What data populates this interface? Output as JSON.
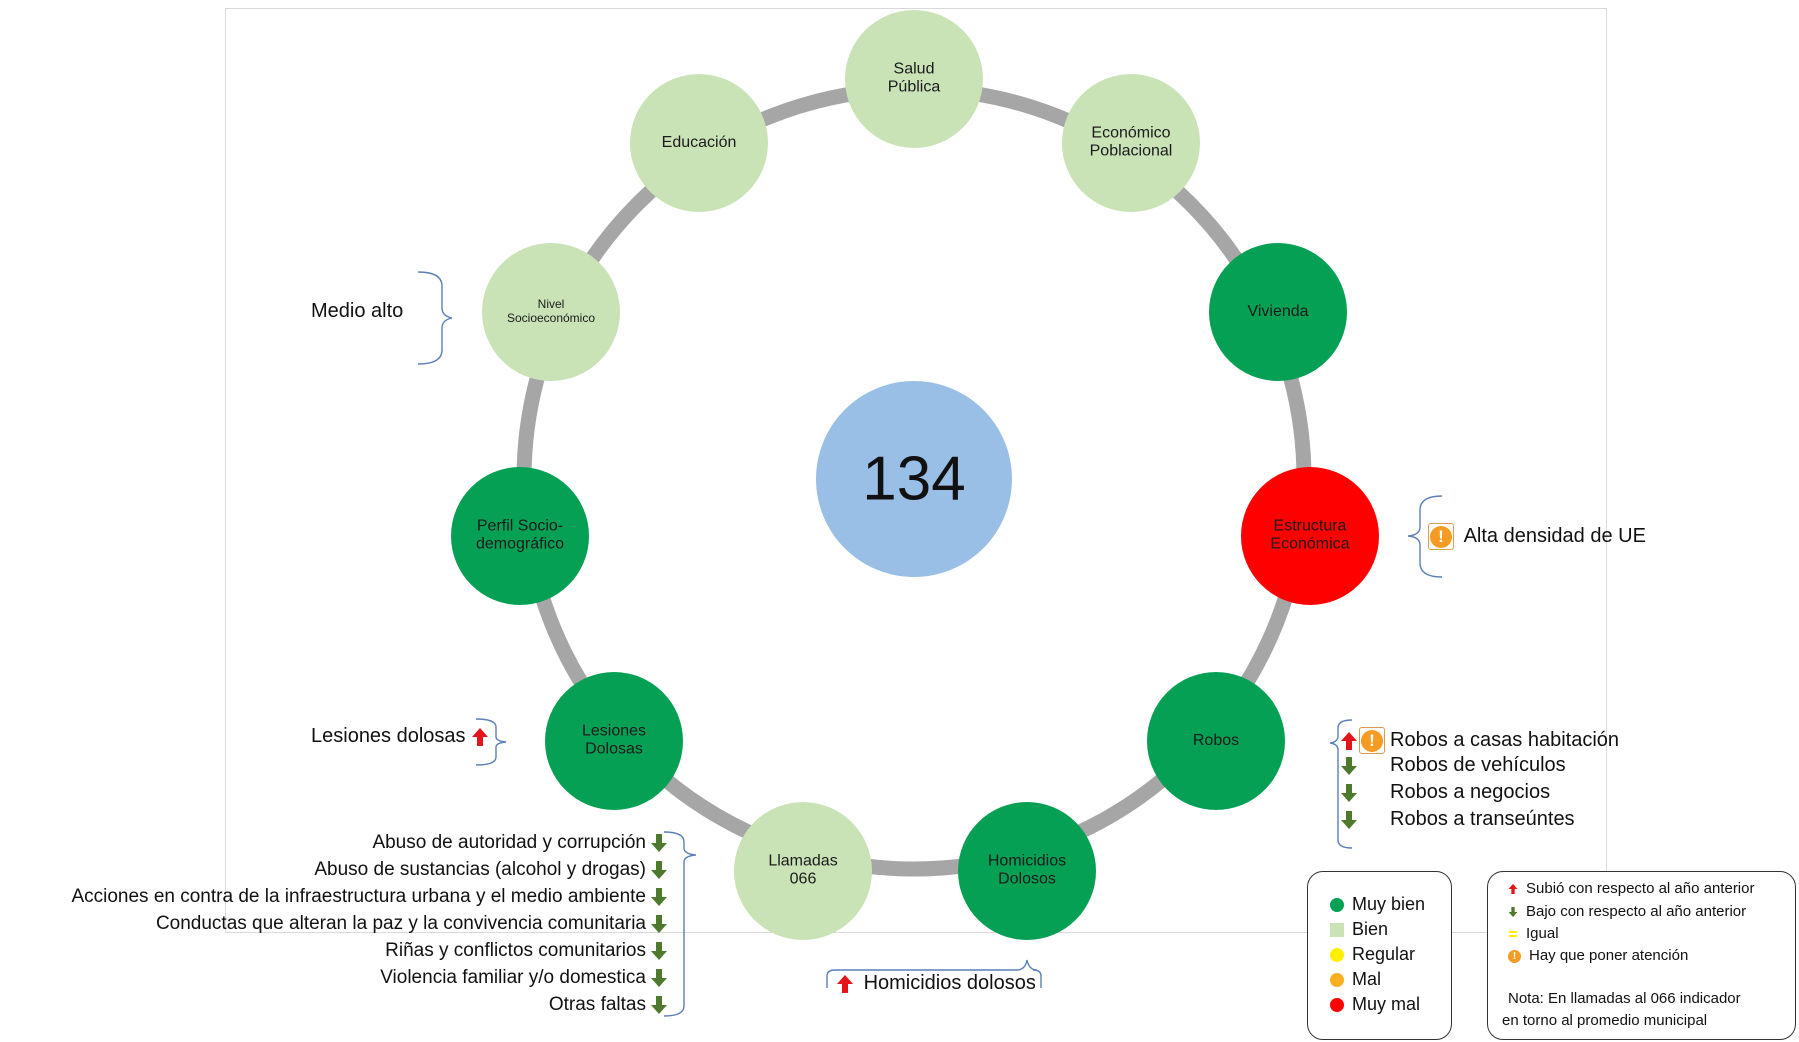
{
  "colors": {
    "muy_bien": "#06a054",
    "bien": "#c9e3b7",
    "regular": "#ffee00",
    "mal": "#f8b022",
    "muy_mal": "#ff0000",
    "center": "#99bfe6",
    "ring": "#a6a6a6",
    "arrow_up": "#e5141b",
    "arrow_down": "#4e7a2d",
    "warn": "#f59b23"
  },
  "center_value": "134",
  "nodes": [
    {
      "id": "salud",
      "lines": [
        "Salud",
        "Pública"
      ],
      "status": "bien"
    },
    {
      "id": "economico",
      "lines": [
        "Económico",
        "Poblacional"
      ],
      "status": "bien"
    },
    {
      "id": "vivienda",
      "lines": [
        "Vivienda"
      ],
      "status": "muy_bien"
    },
    {
      "id": "estructura",
      "lines": [
        "Estructura",
        "Económica"
      ],
      "status": "muy_mal"
    },
    {
      "id": "robos",
      "lines": [
        "Robos"
      ],
      "status": "muy_bien"
    },
    {
      "id": "homicidios",
      "lines": [
        "Homicidios",
        "Dolosos"
      ],
      "status": "muy_bien"
    },
    {
      "id": "llamadas",
      "lines": [
        "Llamadas",
        "066"
      ],
      "status": "bien"
    },
    {
      "id": "lesiones",
      "lines": [
        "Lesiones",
        "Dolosas"
      ],
      "status": "muy_bien"
    },
    {
      "id": "perfil",
      "lines": [
        "Perfil Socio-",
        "demográfico"
      ],
      "status": "muy_bien"
    },
    {
      "id": "nivel",
      "lines": [
        "Nivel",
        "Socioeconómico"
      ],
      "status": "bien"
    },
    {
      "id": "educacion",
      "lines": [
        "Educación"
      ],
      "status": "bien"
    }
  ],
  "annotations": {
    "nivel": "Medio alto",
    "estructura": "Alta densidad de UE",
    "lesiones": "Lesiones dolosas",
    "homicidios": "Homicidios dolosos",
    "robos": [
      {
        "label": "Robos a casas habitación",
        "trend": "up",
        "warn": true
      },
      {
        "label": "Robos de vehículos",
        "trend": "down",
        "warn": false
      },
      {
        "label": "Robos a negocios",
        "trend": "down",
        "warn": false
      },
      {
        "label": "Robos a transeúntes",
        "trend": "down",
        "warn": false
      }
    ],
    "llamadas": [
      "Abuso de autoridad y corrupción",
      "Abuso de sustancias (alcohol y drogas)",
      "Acciones en contra de la infraestructura urbana y el medio ambiente",
      "Conductas que alteran la paz y la convivencia comunitaria",
      "Riñas y conflictos comunitarios",
      "Violencia familiar y/o domestica",
      "Otras faltas"
    ]
  },
  "legend_status": [
    {
      "label": "Muy bien",
      "color": "#06a054"
    },
    {
      "label": "Bien",
      "color": "#c9e3b7"
    },
    {
      "label": "Regular",
      "color": "#ffee00"
    },
    {
      "label": "Mal",
      "color": "#f8b022"
    },
    {
      "label": "Muy mal",
      "color": "#ff0000"
    }
  ],
  "legend_trend": {
    "up": "Subió con respecto al año anterior",
    "down": "Bajo con respecto al año anterior",
    "equal": "Igual",
    "attention": "Hay que poner atención",
    "note_line1": "Nota: En llamadas al 066 indicador",
    "note_line2": "en torno al promedio municipal"
  }
}
